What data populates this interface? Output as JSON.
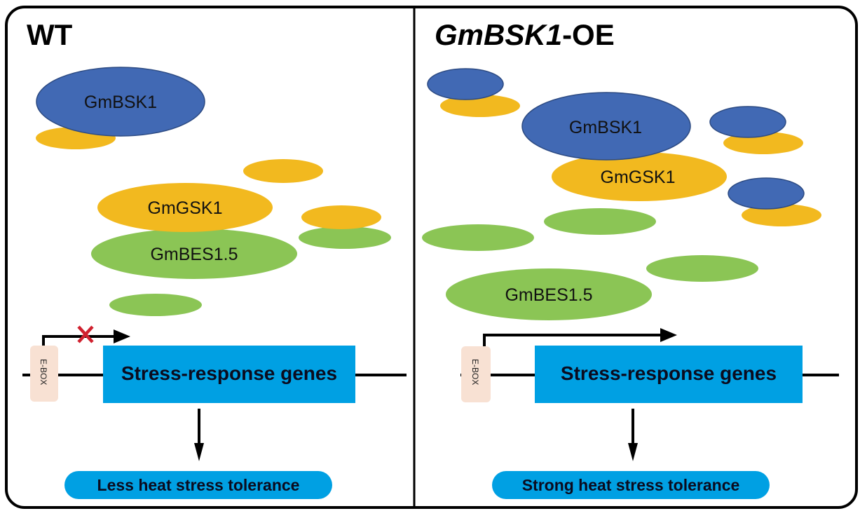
{
  "figure": {
    "panels": [
      {
        "id": "wt",
        "title": "WT",
        "title_italic_part": "",
        "proteins": {
          "bsk1_label": "GmBSK1",
          "gsk1_label": "GmGSK1",
          "bes1_label": "GmBES1.5"
        },
        "promoter_label": "E-BOX",
        "gene_label": "Stress-response genes",
        "transcription": "blocked",
        "outcome_label": "Less heat stress tolerance"
      },
      {
        "id": "oe",
        "title_italic_part": "GmBSK1",
        "title_suffix": "-OE",
        "proteins": {
          "bsk1_label": "GmBSK1",
          "gsk1_label": "GmGSK1",
          "bes1_label": "GmBES1.5"
        },
        "promoter_label": "E-BOX",
        "gene_label": "Stress-response genes",
        "transcription": "active",
        "outcome_label": "Strong heat stress tolerance"
      }
    ],
    "colors": {
      "bsk1_blue": "#4169b4",
      "bsk1_outline": "#2c4a82",
      "gsk1_yellow": "#f2b91f",
      "bes1_green": "#8bc555",
      "gene_box_blue": "#00a0e3",
      "ebox_fill": "#f8e1d3",
      "block_mark_red": "#d0202e"
    }
  }
}
